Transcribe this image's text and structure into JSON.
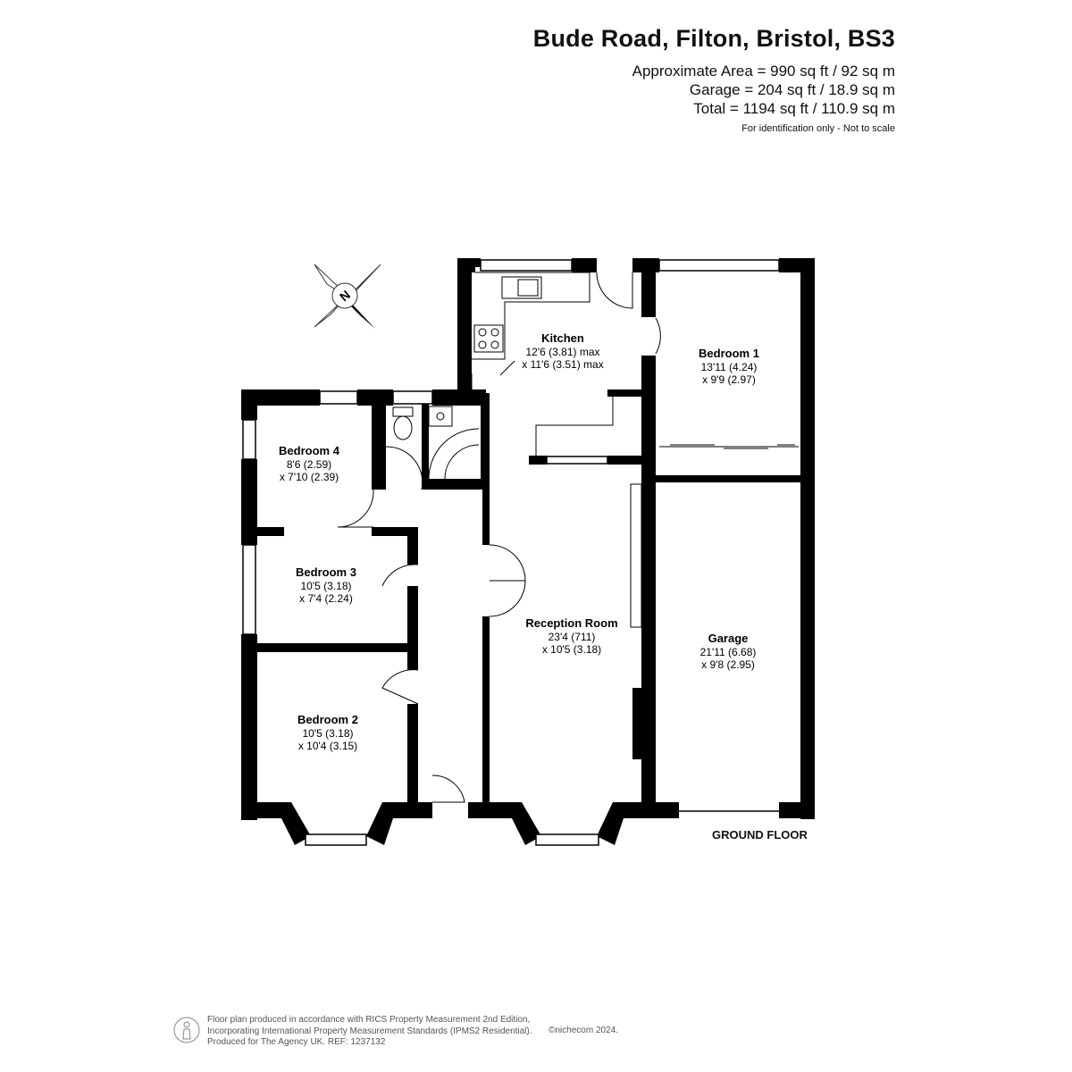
{
  "header": {
    "title": "Bude Road, Filton, Bristol, BS3",
    "approx_area": "Approximate Area = 990 sq ft / 92 sq m",
    "garage_area": "Garage = 204 sq ft / 18.9 sq m",
    "total_area": "Total = 1194 sq ft / 110.9 sq m",
    "note": "For identification only - Not to scale"
  },
  "compass": {
    "label": "N"
  },
  "rooms": {
    "kitchen": {
      "name": "Kitchen",
      "dim1": "12'6 (3.81) max",
      "dim2": "x 11'6 (3.51) max"
    },
    "bedroom1": {
      "name": "Bedroom 1",
      "dim1": "13'11 (4.24)",
      "dim2": "x 9'9 (2.97)"
    },
    "bedroom4": {
      "name": "Bedroom 4",
      "dim1": "8'6 (2.59)",
      "dim2": "x 7'10 (2.39)"
    },
    "bedroom3": {
      "name": "Bedroom 3",
      "dim1": "10'5 (3.18)",
      "dim2": "x 7'4 (2.24)"
    },
    "reception": {
      "name": "Reception Room",
      "dim1": "23'4 (711)",
      "dim2": "x 10'5 (3.18)"
    },
    "garage": {
      "name": "Garage",
      "dim1": "21'11 (6.68)",
      "dim2": "x 9'8 (2.95)"
    },
    "bedroom2": {
      "name": "Bedroom 2",
      "dim1": "10'5 (3.18)",
      "dim2": "x 10'4 (3.15)"
    }
  },
  "floor_label": "GROUND FLOOR",
  "footer": {
    "line1": "Floor plan produced in accordance with RICS Property Measurement 2nd Edition,",
    "line2": "Incorporating International Property Measurement Standards (IPMS2 Residential).",
    "line3": "Produced for The Agency UK.   REF:  1237132",
    "copyright": "©nichecom 2024."
  }
}
